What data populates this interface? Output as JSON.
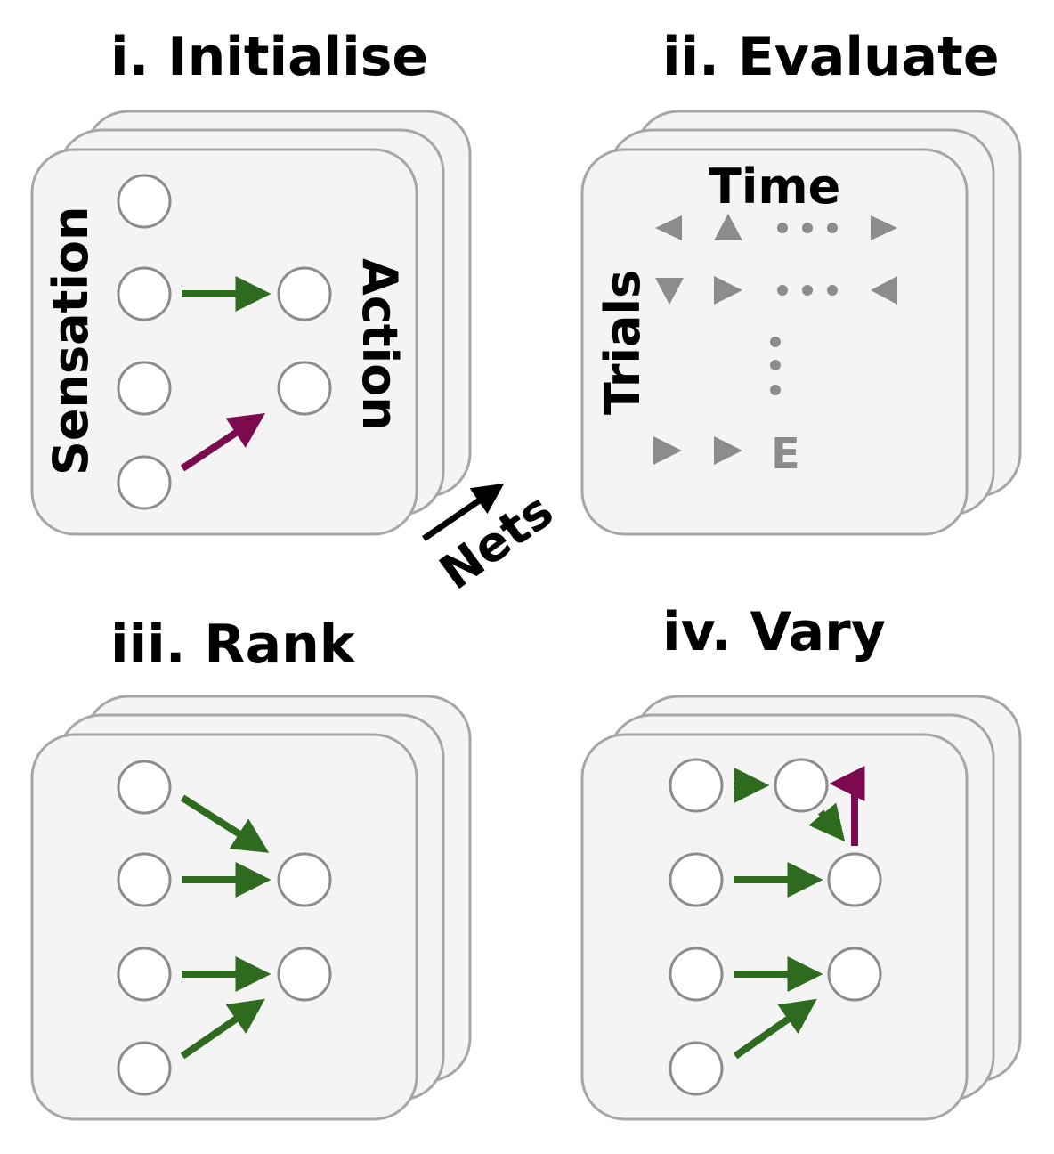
{
  "panels": {
    "initialise": {
      "title": "i. Initialise",
      "sensation_label": "Sensation",
      "action_label": "Action"
    },
    "evaluate": {
      "title": "ii. Evaluate",
      "time_label": "Time",
      "trials_label": "Trials",
      "end_label": "E"
    },
    "rank": {
      "title": "iii. Rank"
    },
    "vary": {
      "title": "iv. Vary"
    }
  },
  "nets_label": "Nets",
  "colors": {
    "card_fill": "#f4f4f4",
    "card_stroke": "#a6a6a6",
    "node_stroke": "#8c8c8c",
    "excitatory": "#2e6b1f",
    "inhibitory": "#7b0a4f",
    "symbol_gray": "#8c8c8c"
  }
}
